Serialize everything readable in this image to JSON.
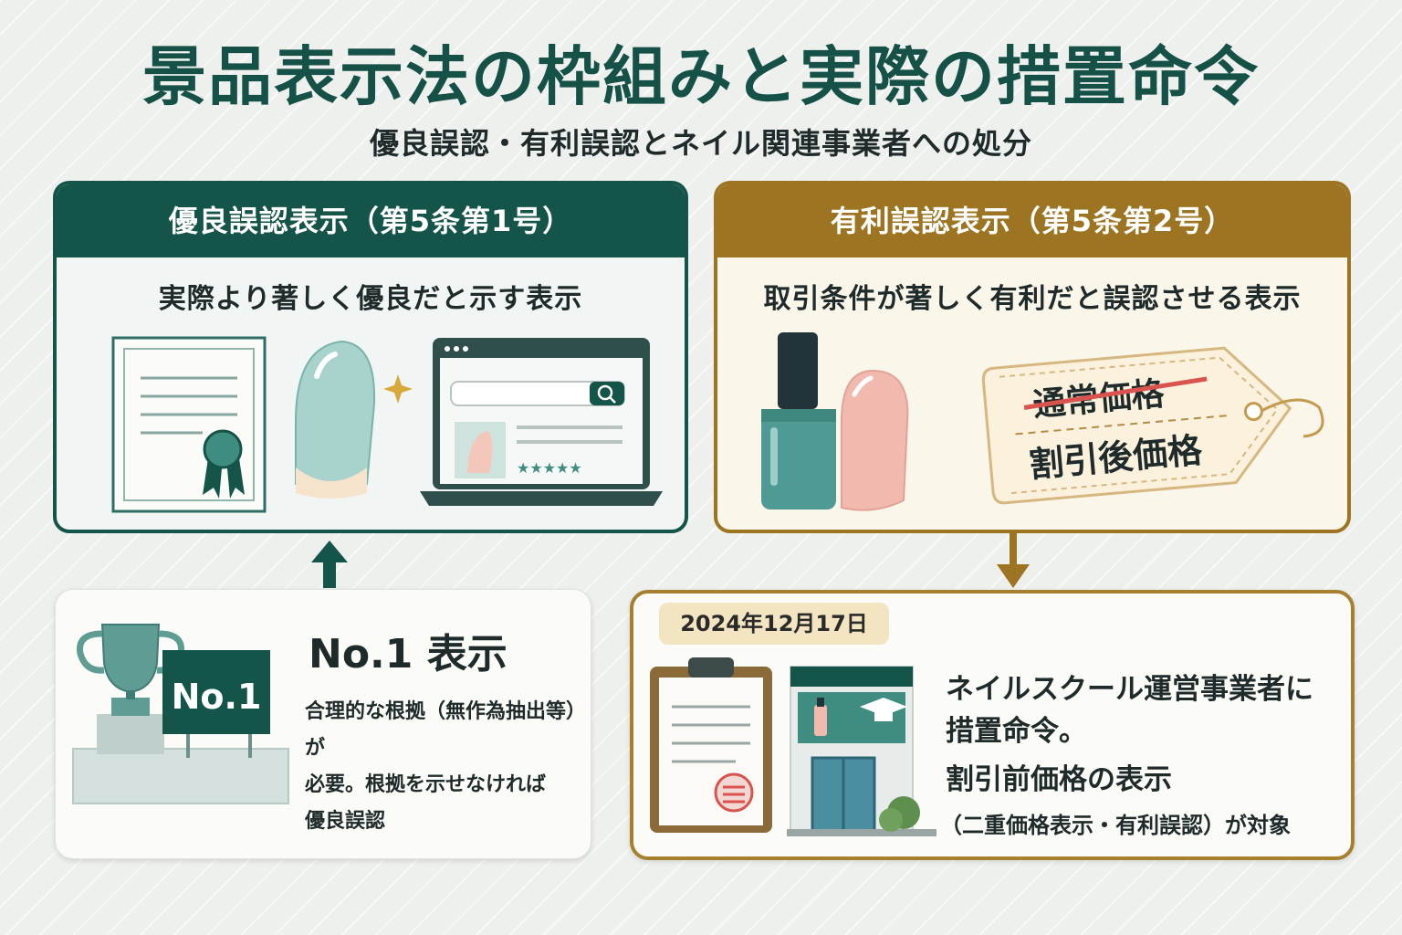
{
  "header": {
    "title": "景品表示法の枠組みと実際の措置命令",
    "subtitle": "優良誤認・有利誤認とネイル関連事業者への処分"
  },
  "left_panel": {
    "heading": "優良誤認表示（第5条第1号）",
    "description": "実際より著しく優良だと示す表示",
    "icons": [
      "certificate-icon",
      "nail-icon",
      "sparkle-icon",
      "laptop-review-icon"
    ]
  },
  "right_panel": {
    "heading": "有利誤認表示（第5条第2号）",
    "description": "取引条件が著しく有利だと誤認させる表示",
    "icons": [
      "nail-polish-icon",
      "nail-icon",
      "price-tag-icon"
    ],
    "tag": {
      "regular_price": "通常価格",
      "discount_price": "割引後価格"
    }
  },
  "no1_card": {
    "title": "No.1 表示",
    "sign_text": "No.1",
    "body_line1": "合理的な根拠（無作為抽出等）が",
    "body_line2": "必要。根拠を示せなければ",
    "body_line3": "優良誤認",
    "icons": [
      "trophy-icon",
      "no1-sign-icon"
    ]
  },
  "order_card": {
    "date": "2024年12月17日",
    "line1": "ネイルスクール運営事業者に",
    "line2": "措置命令。",
    "line3": "割引前価格の表示",
    "line4": "（二重価格表示・有利誤認）が対象",
    "icons": [
      "clipboard-icon",
      "school-building-icon"
    ]
  },
  "colors": {
    "green": "#145449",
    "gold": "#9c7422",
    "teal": "#5fa59e",
    "pink": "#f0b8a8",
    "red": "#d9534f"
  }
}
